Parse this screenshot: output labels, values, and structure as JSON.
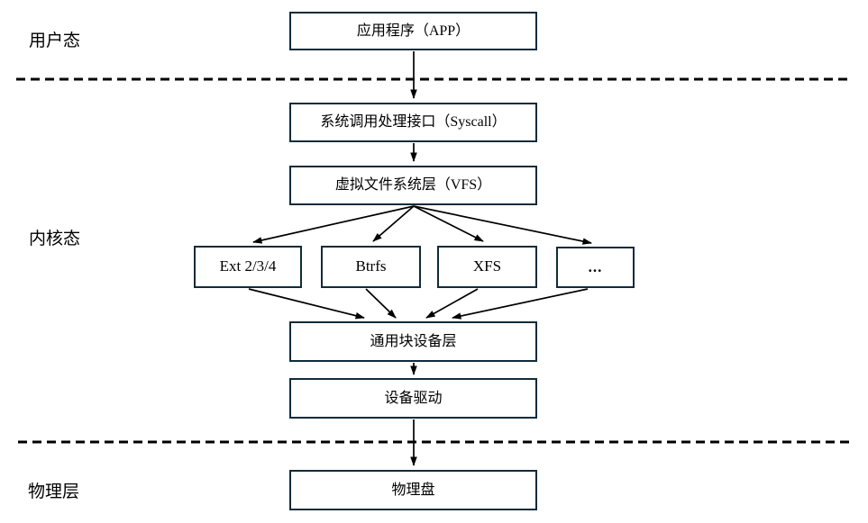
{
  "layers": {
    "user_mode": "用户态",
    "kernel_mode": "内核态",
    "physical": "物理层"
  },
  "boxes": {
    "app": "应用程序（APP）",
    "syscall": "系统调用处理接口（Syscall）",
    "vfs": "虚拟文件系统层（VFS）",
    "ext": "Ext 2/3/4",
    "btrfs": "Btrfs",
    "xfs": "XFS",
    "ellipsis": "...",
    "block_layer": "通用块设备层",
    "device_driver": "设备驱动",
    "physical_disk": "物理盘"
  },
  "colors": {
    "box_border": "#112b3a",
    "connector": "#000000",
    "separator": "#000000",
    "background": "#ffffff",
    "text": "#000000"
  }
}
